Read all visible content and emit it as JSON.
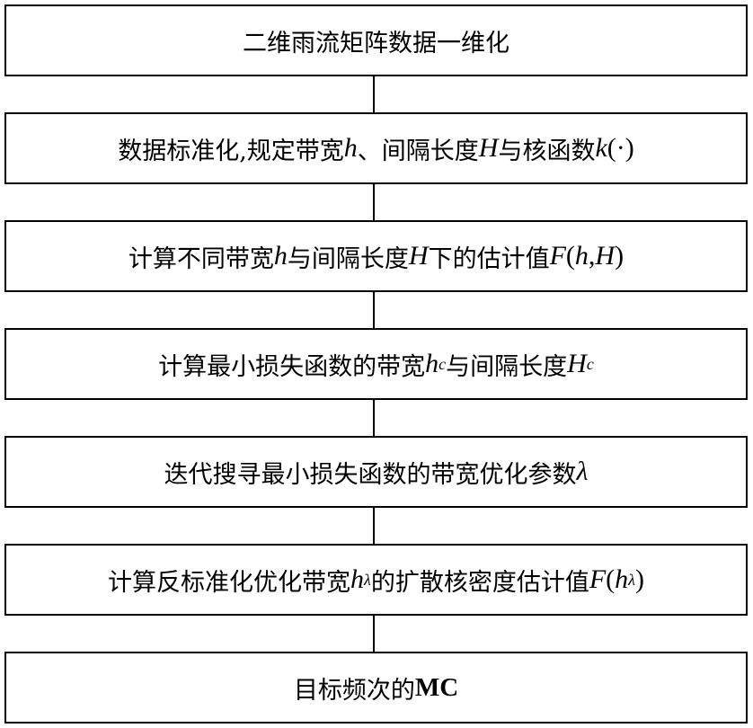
{
  "steps": [
    {
      "parts": [
        {
          "text": "二维雨流矩阵数据一维化",
          "style": "cn"
        }
      ]
    },
    {
      "parts": [
        {
          "text": "数据标准化,规定带宽",
          "style": "cn"
        },
        {
          "text": "h",
          "style": "it"
        },
        {
          "text": "、间隔长度",
          "style": "cn"
        },
        {
          "text": "H",
          "style": "it"
        },
        {
          "text": "与核函数",
          "style": "cn"
        },
        {
          "text": "k",
          "style": "it"
        },
        {
          "text": "(·)",
          "style": "rm"
        }
      ]
    },
    {
      "parts": [
        {
          "text": "计算不同带宽",
          "style": "cn"
        },
        {
          "text": "h",
          "style": "it"
        },
        {
          "text": "与间隔长度",
          "style": "cn"
        },
        {
          "text": "H",
          "style": "it"
        },
        {
          "text": "下的估计值",
          "style": "cn"
        },
        {
          "text": "F",
          "style": "it"
        },
        {
          "text": "(",
          "style": "rm"
        },
        {
          "text": "h",
          "style": "it"
        },
        {
          "text": " ,",
          "style": "rm"
        },
        {
          "text": "H",
          "style": "it"
        },
        {
          "text": ")",
          "style": "rm"
        }
      ]
    },
    {
      "parts": [
        {
          "text": "计算最小损失函数的带宽",
          "style": "cn"
        },
        {
          "text": "h",
          "style": "it"
        },
        {
          "text": "c",
          "style": "sub"
        },
        {
          "text": "与间隔长度",
          "style": "cn"
        },
        {
          "text": "H",
          "style": "it"
        },
        {
          "text": "c",
          "style": "sub"
        }
      ]
    },
    {
      "parts": [
        {
          "text": "迭代搜寻最小损失函数的带宽优化参数",
          "style": "cn"
        },
        {
          "text": "λ",
          "style": "it"
        }
      ]
    },
    {
      "parts": [
        {
          "text": "计算反标准化优化带宽",
          "style": "cn"
        },
        {
          "text": "h",
          "style": "it"
        },
        {
          "text": "λ",
          "style": "sub"
        },
        {
          "text": "的扩散核密度估计值",
          "style": "cn"
        },
        {
          "text": "F",
          "style": "it"
        },
        {
          "text": "(",
          "style": "rm"
        },
        {
          "text": "h",
          "style": "it"
        },
        {
          "text": "λ",
          "style": "sub"
        },
        {
          "text": ")",
          "style": "rm"
        }
      ]
    },
    {
      "parts": [
        {
          "text": "目标频次的",
          "style": "cn"
        },
        {
          "text": "MC",
          "style": "b"
        }
      ]
    }
  ]
}
